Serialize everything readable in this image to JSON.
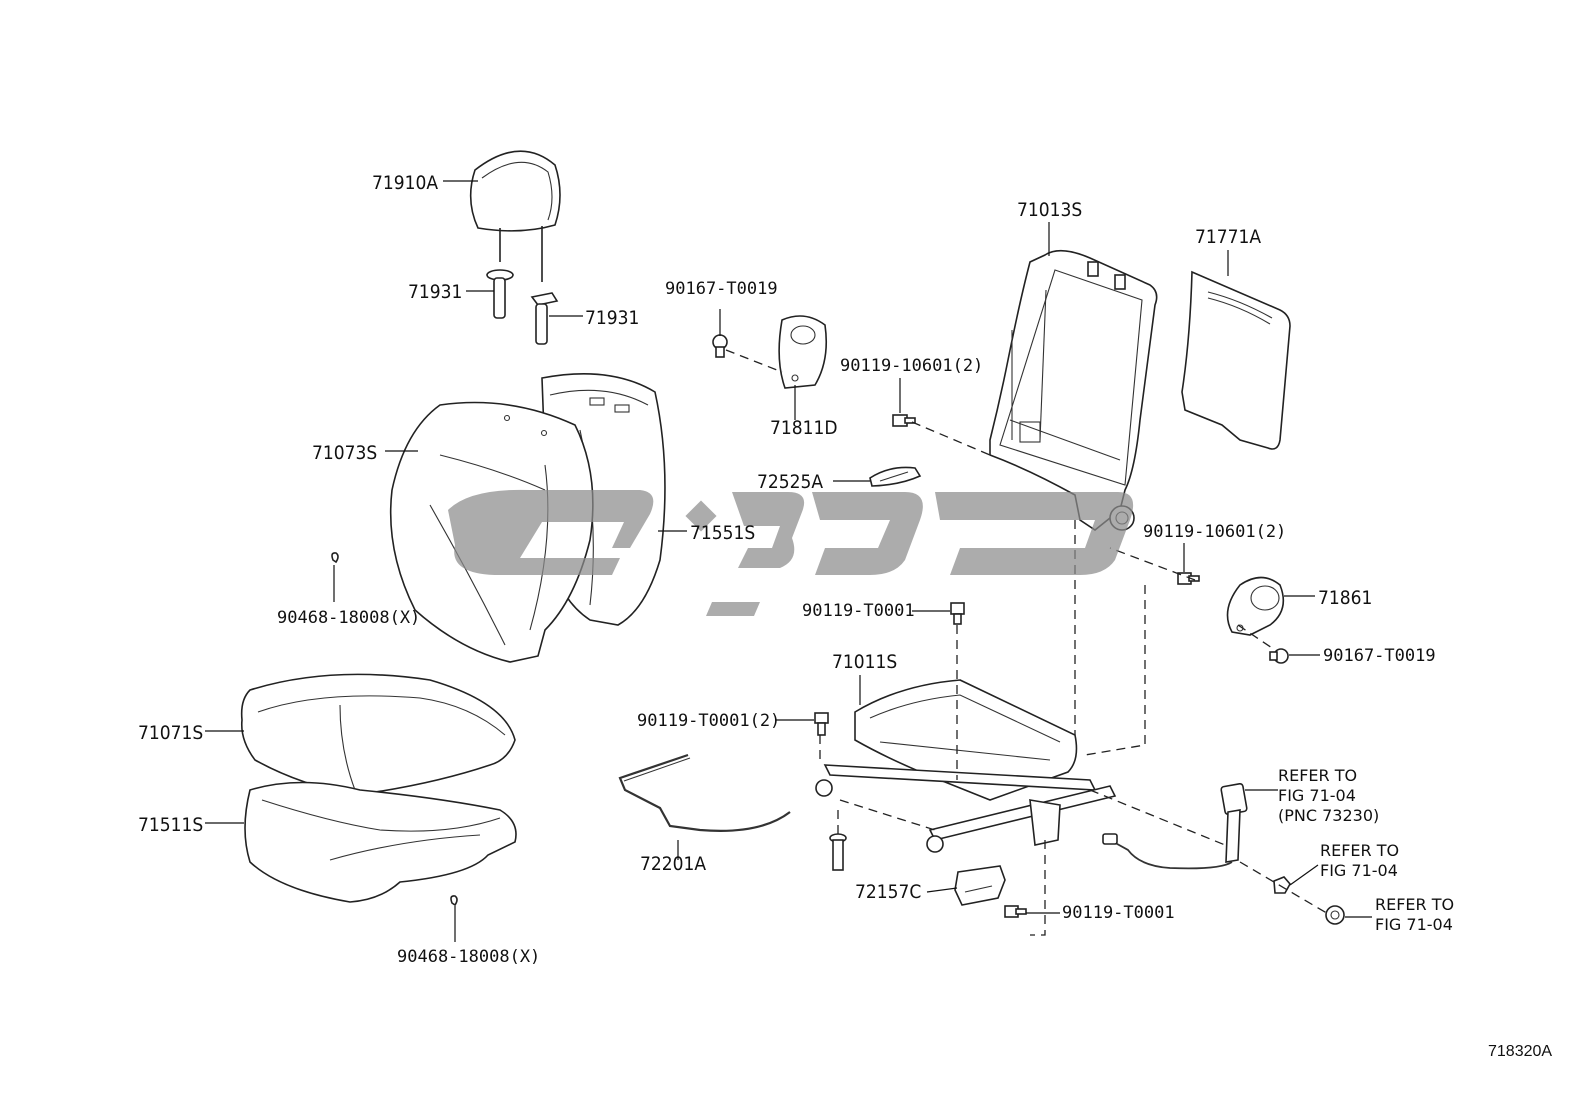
{
  "labels": {
    "headrest": "71910A",
    "headrest_support_left": "71931",
    "headrest_support_right": "71931",
    "back_cover": "71073S",
    "back_pad": "71551S",
    "hog_ring_upper": "90468-18008(X)",
    "cushion_cover": "71071S",
    "cushion_pad": "71511S",
    "hog_ring_lower": "90468-18008(X)",
    "screw_upper": "90167-T0019",
    "shield_upper": "71811D",
    "bolt_frame_upper": "90119-10601(2)",
    "lever": "72525A",
    "back_frame": "71013S",
    "back_board": "71771A",
    "bolt_frame_lower": "90119-10601(2)",
    "recliner_cover": "71861",
    "screw_lower": "90167-T0019",
    "bolt_single": "90119-T0001",
    "cushion_frame": "71011S",
    "bolt_pair": "90119-T0001(2)",
    "wire": "72201A",
    "rail_cover": "72157C",
    "bolt_bottom": "90119-T0001",
    "refer_1": [
      "REFER TO",
      "FIG 71-04",
      "(PNC 73230)"
    ],
    "refer_2": [
      "REFER TO",
      "FIG 71-04"
    ],
    "refer_3": [
      "REFER TO",
      "FIG 71-04"
    ],
    "figure_id": "718320A"
  },
  "icons": {
    "watermark": "brand-logo-watermark"
  }
}
